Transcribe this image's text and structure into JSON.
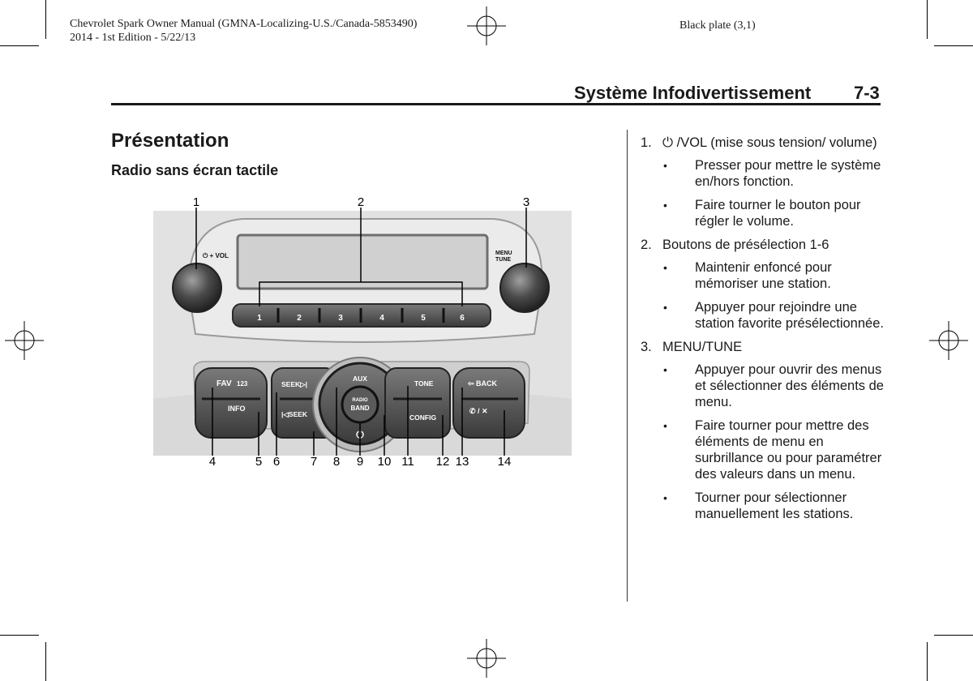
{
  "header": {
    "line1": "Chevrolet Spark Owner Manual (GMNA-Localizing-U.S./Canada-5853490)",
    "line2": "2014 - 1st Edition - 5/22/13",
    "plate": "Black plate (3,1)"
  },
  "page": {
    "section_title": "Système Infodivertissement",
    "page_number": "7-3",
    "heading": "Présentation",
    "subheading": "Radio sans écran tactile"
  },
  "figure": {
    "callouts": [
      "1",
      "2",
      "3",
      "4",
      "5",
      "6",
      "7",
      "8",
      "9",
      "10",
      "11",
      "12",
      "13",
      "14"
    ],
    "panel_labels": {
      "power_vol": "⏻ + VOL",
      "menu": "MENU",
      "tune": "TUNE",
      "presets": [
        "1",
        "2",
        "3",
        "4",
        "5",
        "6"
      ],
      "fav": "FAV",
      "fav_123": "123",
      "info": "INFO",
      "seek_fwd": "SEEK▷|",
      "seek_back": "|◁SEEK",
      "aux": "AUX",
      "radio": "RADIO",
      "band": "BAND",
      "tone": "TONE",
      "config": "CONFIG",
      "back": "⇦ BACK",
      "phone_mute": "✆ / ✕"
    }
  },
  "items": [
    {
      "number": "1.",
      "label": "⏻ /VOL (mise sous tension/ volume)",
      "bullets": [
        "Presser pour mettre le système en/hors fonction.",
        "Faire tourner le bouton pour régler le volume."
      ]
    },
    {
      "number": "2.",
      "label": "Boutons de présélection 1-6",
      "bullets": [
        "Maintenir enfoncé pour mémoriser une station.",
        "Appuyer pour rejoindre une station favorite présélectionnée."
      ]
    },
    {
      "number": "3.",
      "label": "MENU/TUNE",
      "bullets": [
        "Appuyer pour ouvrir des menus et sélectionner des éléments de menu.",
        "Faire tourner pour mettre des éléments de menu en surbrillance ou pour paramétrer des valeurs dans un menu.",
        "Tourner pour sélectionner manuellement les stations."
      ]
    }
  ]
}
